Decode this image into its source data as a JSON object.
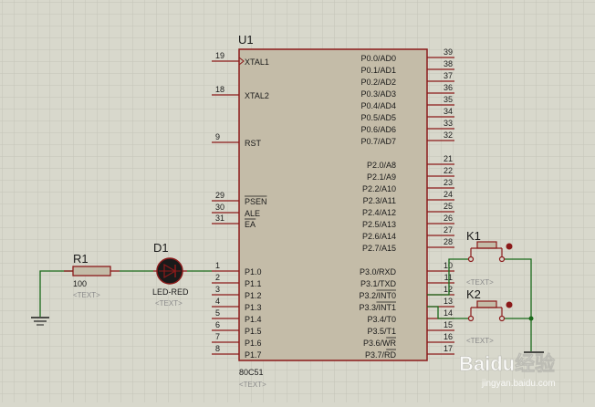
{
  "colors": {
    "background": "#d8d8cc",
    "grid": "#c4c4b8",
    "chip_fill": "#c4bca8",
    "outline": "#8b1a1a",
    "wire": "#1a6a1a",
    "text": "#1a1a1a",
    "placeholder": "#8a8a8a",
    "watermark": "#ffffff"
  },
  "chip": {
    "ref": "U1",
    "part": "80C51",
    "text_placeholder": "<TEXT>",
    "left_pins": [
      {
        "num": "19",
        "name": "XTAL1",
        "clock": true
      },
      {
        "num": "18",
        "name": "XTAL2"
      },
      {
        "num": "9",
        "name": "RST"
      },
      {
        "num": "29",
        "name": "PSEN",
        "overbar": true
      },
      {
        "num": "30",
        "name": "ALE"
      },
      {
        "num": "31",
        "name": "EA",
        "overbar": true
      },
      {
        "num": "1",
        "name": "P1.0"
      },
      {
        "num": "2",
        "name": "P1.1"
      },
      {
        "num": "3",
        "name": "P1.2"
      },
      {
        "num": "4",
        "name": "P1.3"
      },
      {
        "num": "5",
        "name": "P1.4"
      },
      {
        "num": "6",
        "name": "P1.5"
      },
      {
        "num": "7",
        "name": "P1.6"
      },
      {
        "num": "8",
        "name": "P1.7"
      }
    ],
    "right_pins": [
      {
        "num": "39",
        "name": "P0.0/AD0"
      },
      {
        "num": "38",
        "name": "P0.1/AD1"
      },
      {
        "num": "37",
        "name": "P0.2/AD2"
      },
      {
        "num": "36",
        "name": "P0.3/AD3"
      },
      {
        "num": "35",
        "name": "P0.4/AD4"
      },
      {
        "num": "34",
        "name": "P0.5/AD5"
      },
      {
        "num": "33",
        "name": "P0.6/AD6"
      },
      {
        "num": "32",
        "name": "P0.7/AD7"
      },
      {
        "num": "21",
        "name": "P2.0/A8"
      },
      {
        "num": "22",
        "name": "P2.1/A9"
      },
      {
        "num": "23",
        "name": "P2.2/A10"
      },
      {
        "num": "24",
        "name": "P2.3/A11"
      },
      {
        "num": "25",
        "name": "P2.4/A12"
      },
      {
        "num": "26",
        "name": "P2.5/A13"
      },
      {
        "num": "27",
        "name": "P2.6/A14"
      },
      {
        "num": "28",
        "name": "P2.7/A15"
      },
      {
        "num": "10",
        "name": "P3.0/RXD"
      },
      {
        "num": "11",
        "name": "P3.1/TXD"
      },
      {
        "num": "12",
        "name": "P3.2/INT0",
        "bar": "INT0"
      },
      {
        "num": "13",
        "name": "P3.3/INT1",
        "bar": "INT1"
      },
      {
        "num": "14",
        "name": "P3.4/T0"
      },
      {
        "num": "15",
        "name": "P3.5/T1"
      },
      {
        "num": "16",
        "name": "P3.6/WR",
        "bar": "WR"
      },
      {
        "num": "17",
        "name": "P3.7/RD",
        "bar": "RD"
      }
    ]
  },
  "r1": {
    "ref": "R1",
    "value": "100",
    "text_placeholder": "<TEXT>"
  },
  "d1": {
    "ref": "D1",
    "value": "LED-RED",
    "text_placeholder": "<TEXT>"
  },
  "k1": {
    "ref": "K1",
    "text_placeholder": "<TEXT>"
  },
  "k2": {
    "ref": "K2",
    "text_placeholder": "<TEXT>"
  },
  "watermark": {
    "text": "Baidu经验",
    "url": "jingyan.baidu.com"
  }
}
